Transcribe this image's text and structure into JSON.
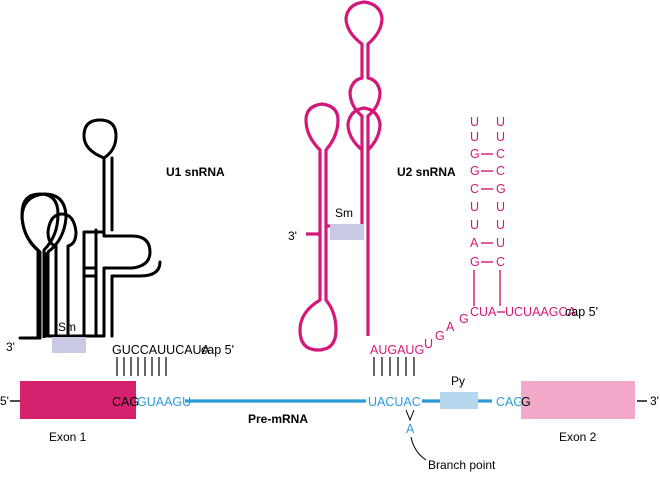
{
  "labels": {
    "u1": "U1 snRNA",
    "u2": "U2 snRNA",
    "sm1": "Sm",
    "sm2": "Sm",
    "py": "Py",
    "premrna": "Pre-mRNA",
    "exon1": "Exon 1",
    "exon2": "Exon 2",
    "branch": "Branch point",
    "five_prime_left": "5'",
    "three_prime_right": "3'",
    "u1_three_prime": "3'",
    "u2_three_prime": "3'"
  },
  "sequences": {
    "u1_seq": "GUCCAUUCAUA",
    "u1_cap": "cap 5'",
    "exon1_cag": "CAG",
    "intron_5ss": "GUAAGU",
    "branch_site": "UACUAC",
    "branch_a": "A",
    "u2_aug": "AUGAUG",
    "u2_u": "U",
    "u2_g": "G",
    "u2_a": "A",
    "u2_cua": "CUA",
    "u2_tail": "UCUAAGCA",
    "u2_cap": "cap 5'",
    "acceptor_cag": "CAG",
    "exon2_g": "G",
    "stem_left": [
      "U",
      "U",
      "G",
      "G",
      "C",
      "U",
      "U",
      "A",
      "G"
    ],
    "stem_right": [
      "U",
      "U",
      "C",
      "C",
      "G",
      "U",
      "U",
      "U",
      "C"
    ]
  },
  "colors": {
    "exon1": "#d6216f",
    "exon2": "#f2a9c9",
    "premrna": "#2b9bd8",
    "sm_box": "#c9c9e3",
    "py_box": "#b5d7ee",
    "u2": "#d4187a",
    "u1": "#000000"
  }
}
